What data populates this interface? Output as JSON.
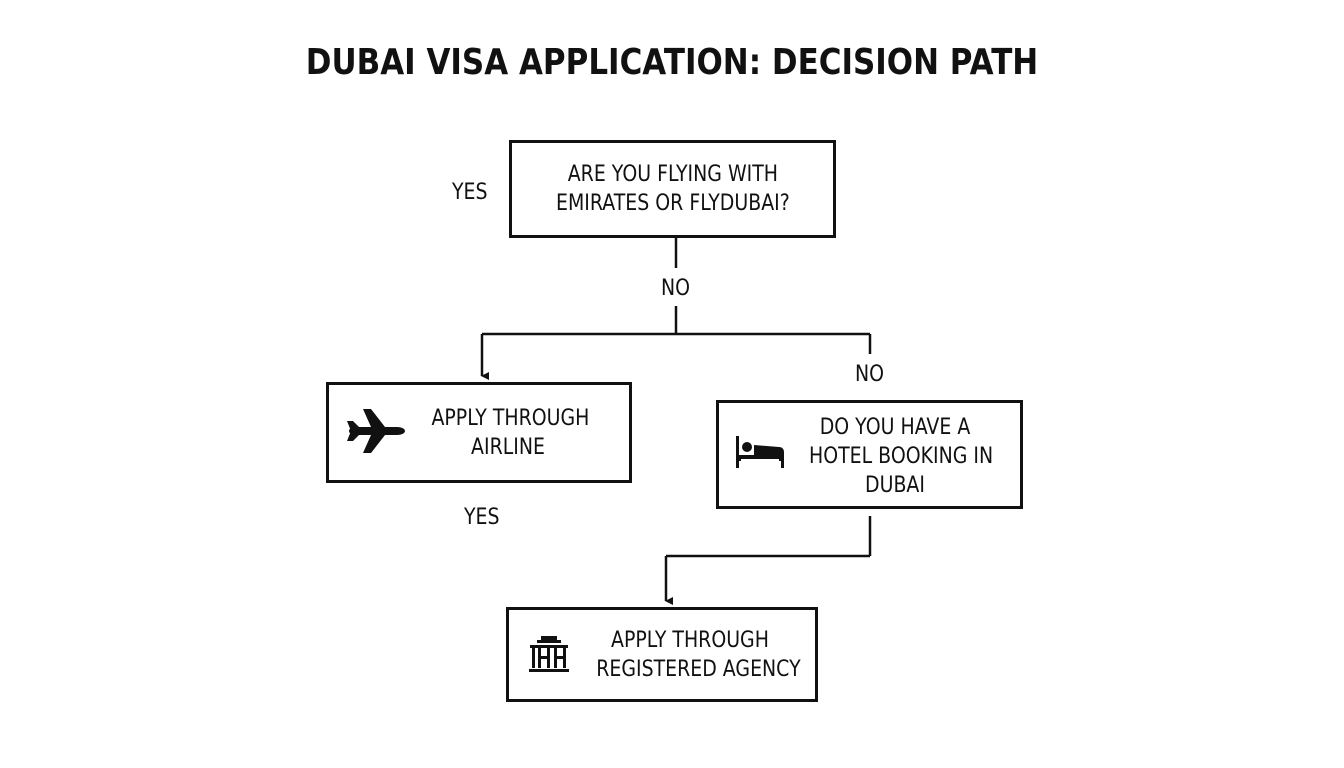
{
  "title": "DUBAI VISA APPLICATION: DECISION PATH",
  "nodes": {
    "q1": {
      "line1": "ARE YOU FLYING WITH",
      "line2": "EMIRATES OR FLYDUBAI?"
    },
    "airline": {
      "line1": "APPLY THROUGH",
      "line2": "AIRLINE",
      "icon": "airplane-icon"
    },
    "hotel": {
      "line1": "DO YOU HAVE A",
      "line2": "HOTEL BOOKING IN",
      "line3": "DUBAI",
      "icon": "bed-icon"
    },
    "agency": {
      "line1": "APPLY THROUGH",
      "line2": "REGISTERED AGENCY",
      "icon": "building-icon"
    }
  },
  "labels": {
    "yes_top": "YES",
    "no_mid": "NO",
    "no_right": "NO",
    "yes_bottom": "YES"
  },
  "colors": {
    "ink": "#111111",
    "background": "#ffffff"
  }
}
